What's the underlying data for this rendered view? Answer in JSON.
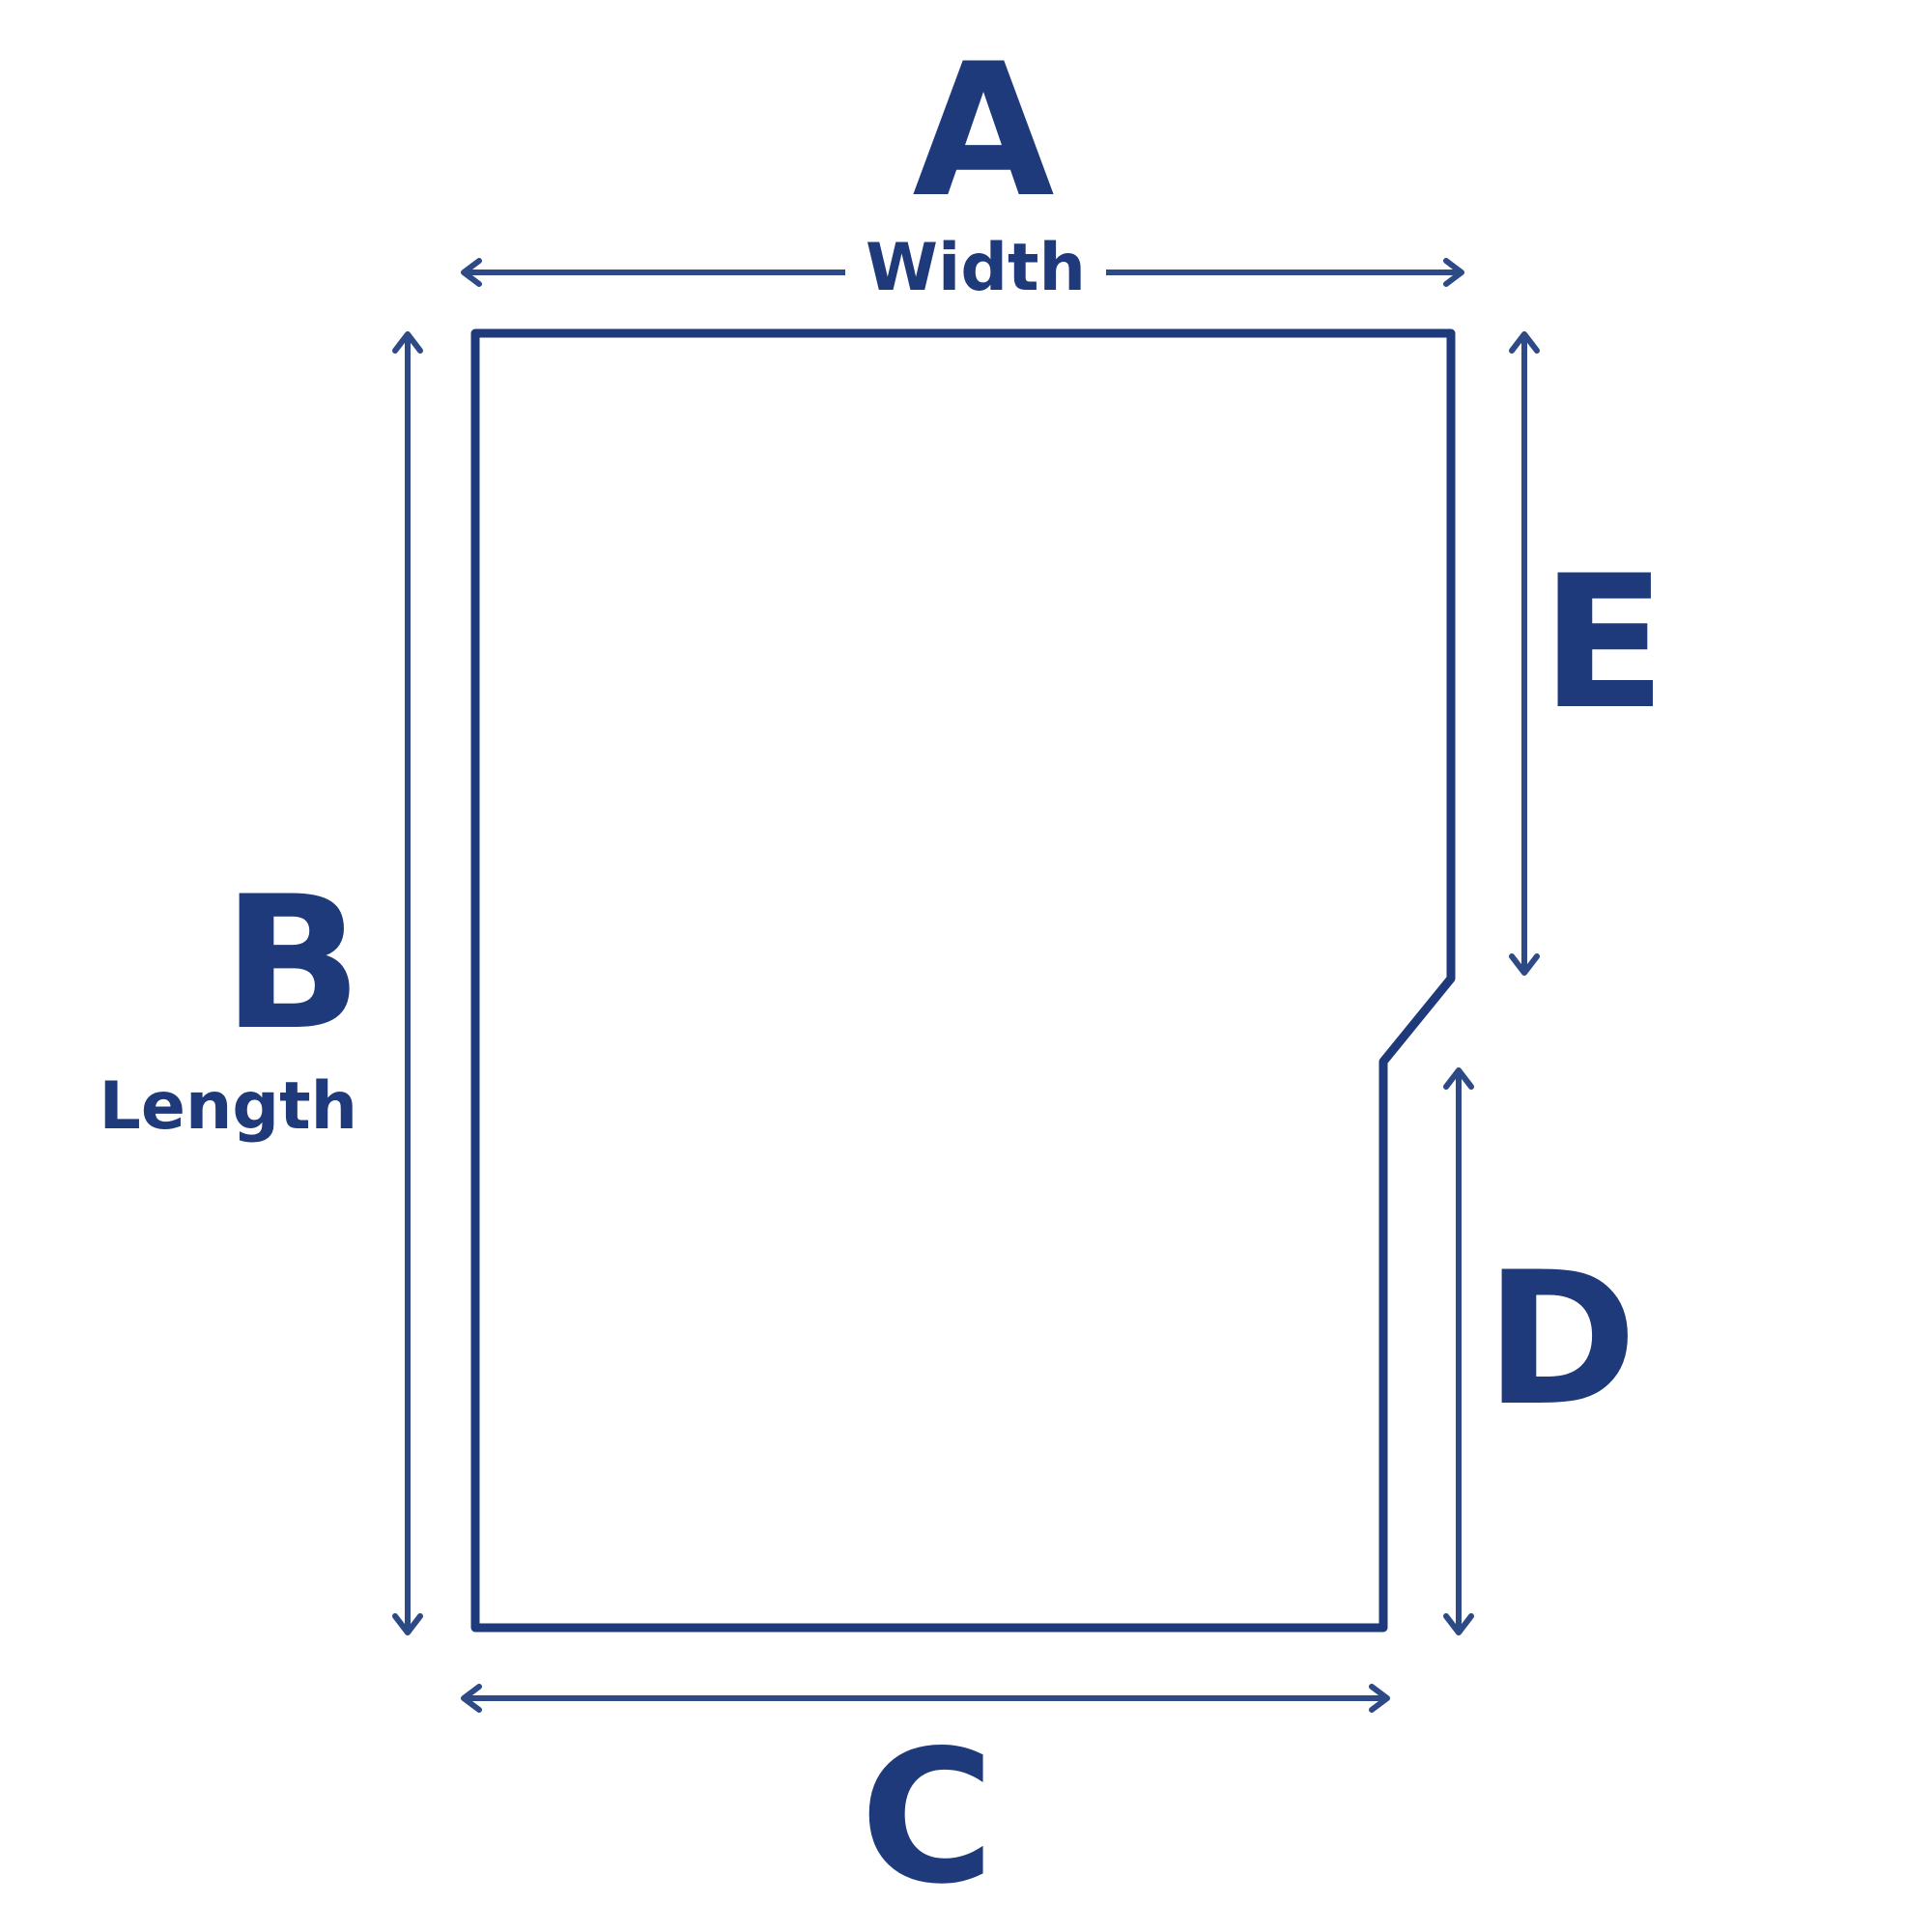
{
  "colors": {
    "ink": "#1e3a7b",
    "arrow": "#2d4a86",
    "background": "#ffffff"
  },
  "labels": {
    "a_letter": "A",
    "a_word": "Width",
    "b_letter": "B",
    "b_word": "Length",
    "c_letter": "C",
    "d_letter": "D",
    "e_letter": "E"
  }
}
